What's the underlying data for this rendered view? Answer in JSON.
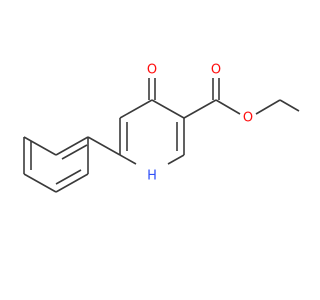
{
  "colors": {
    "bond": "#3a3a3a",
    "oxygen": "#ff0d0d",
    "nitrogen": "#3050f8",
    "background": "#ffffff"
  },
  "atoms": {
    "ring_oxo": "O",
    "carbonyl_o": "O",
    "ester_o": "O",
    "ring_nh": "H"
  }
}
